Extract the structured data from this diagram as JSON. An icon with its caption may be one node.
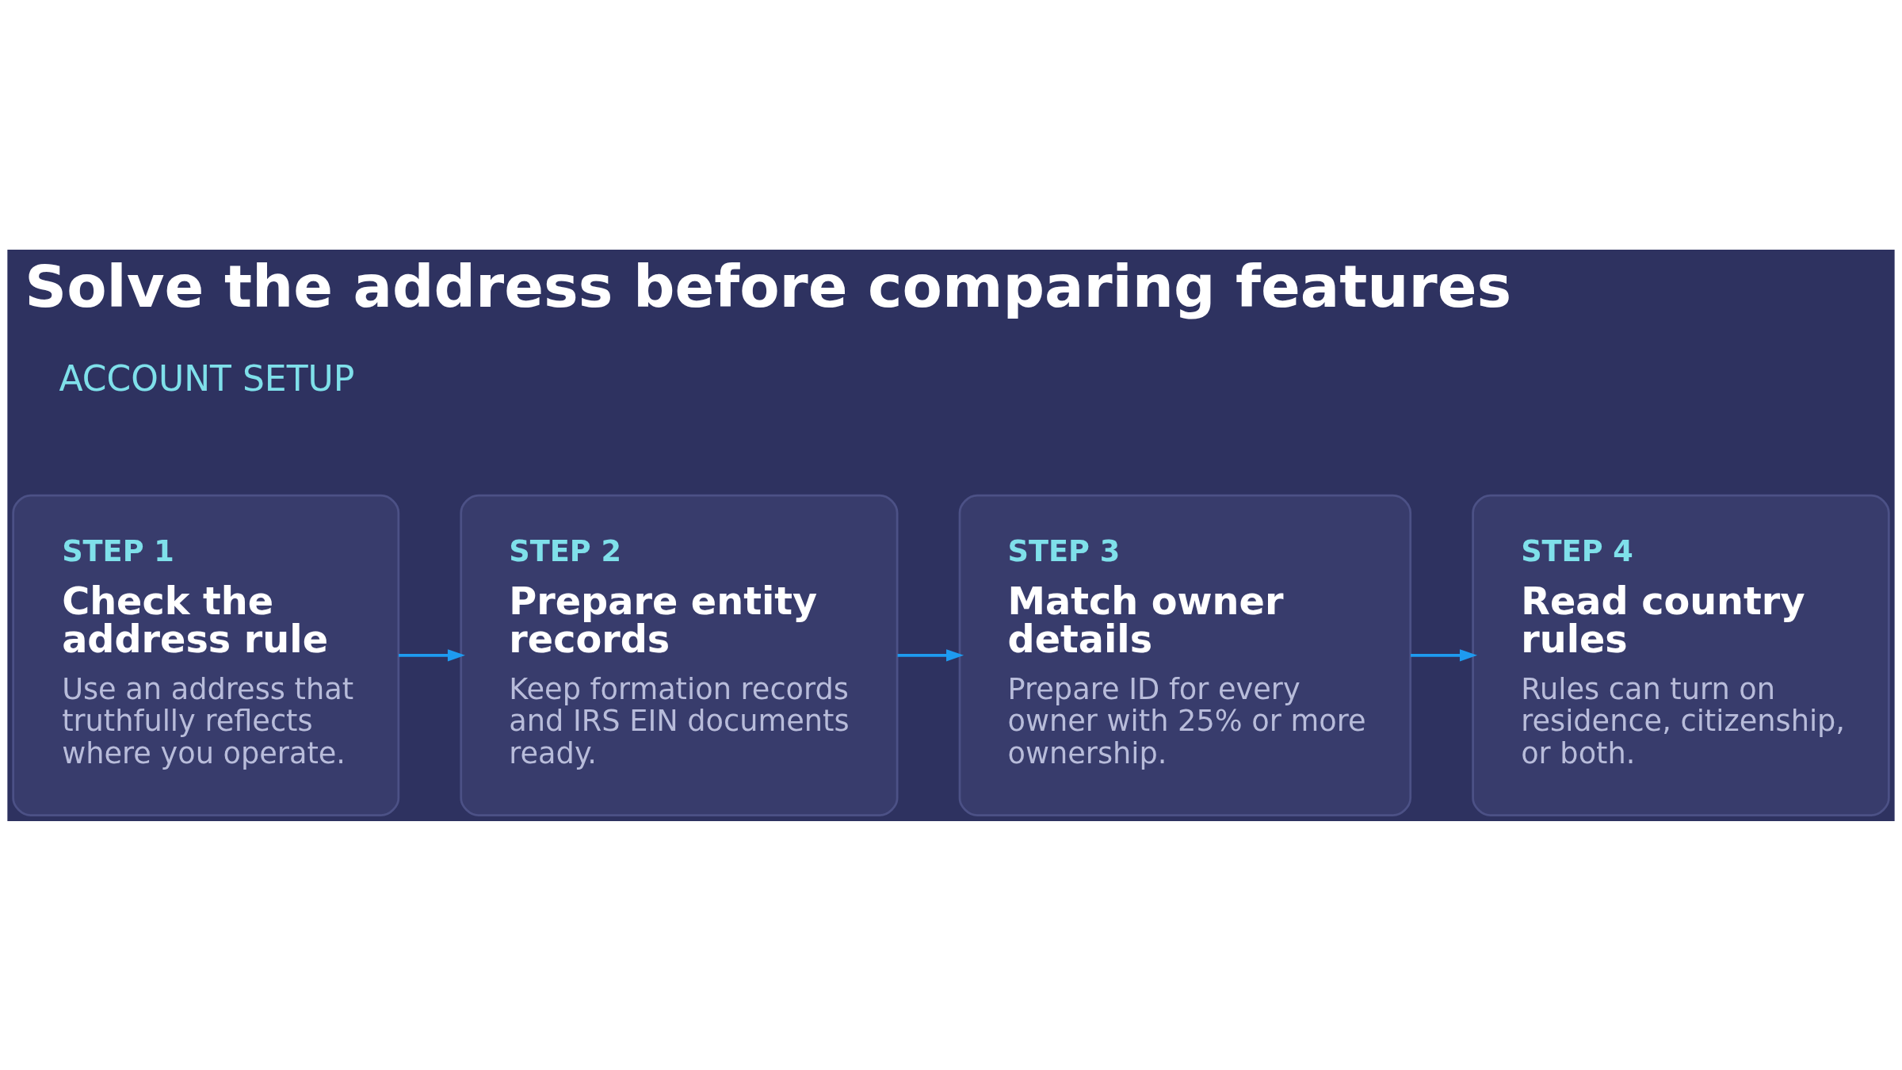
{
  "diagram": {
    "title": "Solve the address before comparing features",
    "nodes": [
      {
        "text": [
          "STEP 1",
          "Check the address rule",
          "Use an address that truthfully reflects where you operate."
        ]
      },
      {
        "text": [
          "STEP 2",
          "Prepare entity records",
          "Keep formation records and IRS EIN documents ready."
        ]
      },
      {
        "text": [
          "STEP 3",
          "Match owner details",
          "Prepare ID for every owner with 25% or more ownership."
        ]
      },
      {
        "text": [
          "STEP 4",
          "Read country rules",
          "Rules can turn on residence, citizenship, or both."
        ]
      }
    ],
    "edges": [
      {
        "from": 0,
        "to": 1,
        "arrow": "to"
      },
      {
        "from": 1,
        "to": 2,
        "arrow": "to"
      },
      {
        "from": 2,
        "to": 3,
        "arrow": "to"
      }
    ],
    "labels": [
      "ACCOUNT SETUP"
    ]
  }
}
